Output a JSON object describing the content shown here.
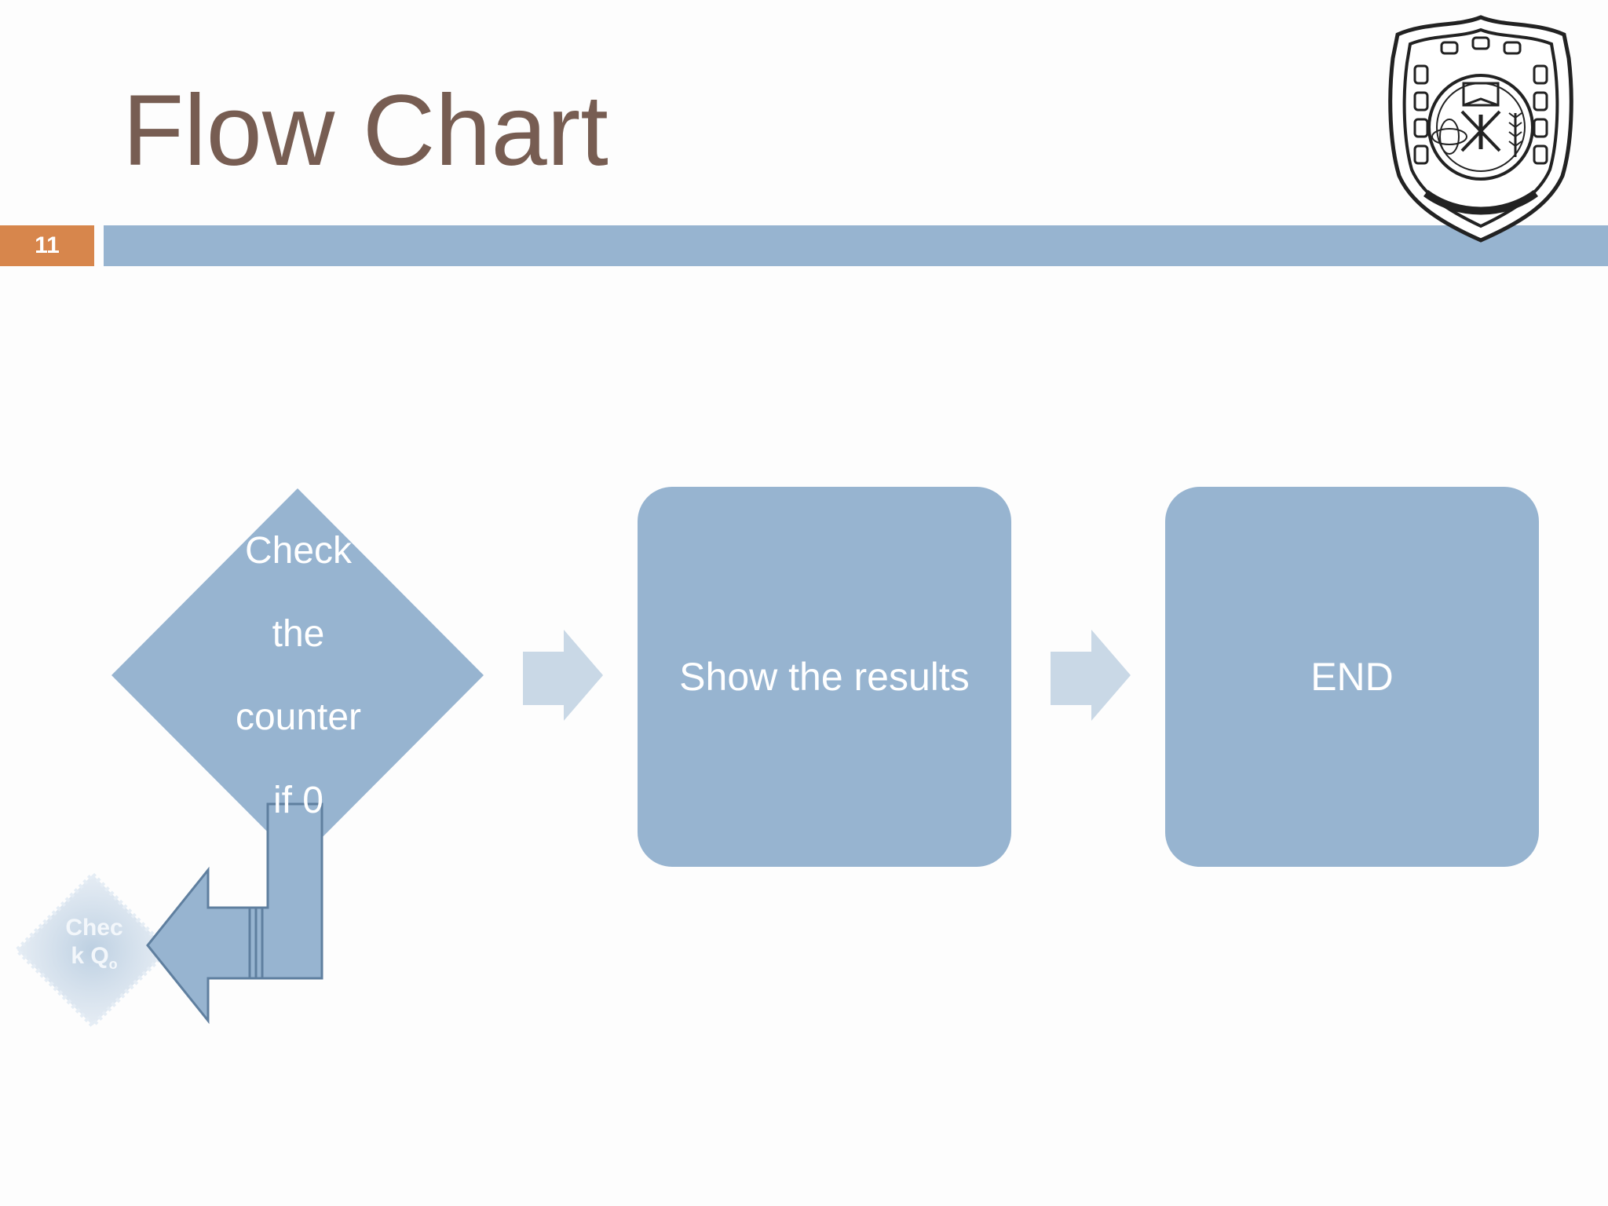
{
  "slide": {
    "title": "Flow Chart",
    "page_number": "11"
  },
  "colors": {
    "title": "#775d52",
    "accent_orange": "#d7864c",
    "accent_blue": "#97b4d0",
    "arrow_light": "#c9d8e6",
    "node_text": "#ffffff"
  },
  "logo": {
    "icon": "university-crest-icon"
  },
  "diagram": {
    "decision": {
      "lines": [
        "Check",
        "the",
        "counter",
        "if 0"
      ]
    },
    "step_results": {
      "label": "Show the results"
    },
    "step_end": {
      "label": "END"
    },
    "faded_decision": {
      "line1": "Chec",
      "line2": "k Q",
      "line2_sub": "o"
    }
  }
}
